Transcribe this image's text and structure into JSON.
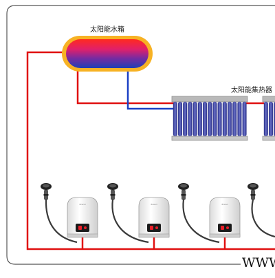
{
  "labels": {
    "tank": "太阳能水箱",
    "collector": "太阳能集热器",
    "watermark": "WWW"
  },
  "heaters": [
    {
      "brand": "Brand"
    },
    {
      "brand": "Brand"
    },
    {
      "brand": "Brand"
    }
  ],
  "colors": {
    "hot_pipe": "#e01010",
    "cold_pipe": "#1a3fc4",
    "border": "#555555",
    "collector_tube": "#3b3f9a",
    "collector_frame": "#b9b9b9",
    "heater_body": "#f2f2f2",
    "display_red": "#e8202a"
  },
  "icons": {
    "showerhead": "shower-head-icon",
    "heater": "water-heater-icon"
  }
}
